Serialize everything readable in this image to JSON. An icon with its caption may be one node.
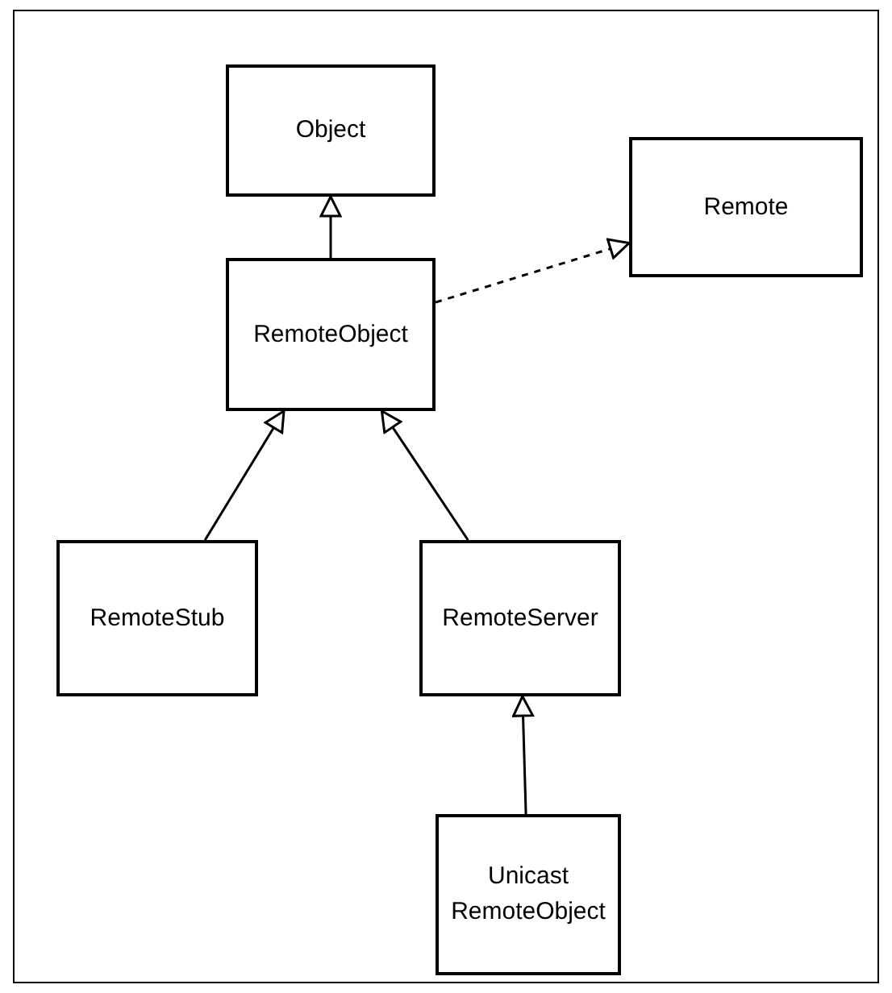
{
  "diagram": {
    "nodes": [
      {
        "text": [
          "Object"
        ]
      },
      {
        "text": [
          "Remote"
        ]
      },
      {
        "text": [
          "RemoteObject"
        ]
      },
      {
        "text": [
          "RemoteStub"
        ]
      },
      {
        "text": [
          "RemoteServer"
        ]
      },
      {
        "text": [
          "Unicast RemoteObject"
        ]
      }
    ],
    "edges": [
      {
        "from": 2,
        "to": 0,
        "arrow": "to"
      },
      {
        "from": 2,
        "to": 1,
        "arrow": "to",
        "style": "dashed"
      },
      {
        "from": 3,
        "to": 2,
        "arrow": "to"
      },
      {
        "from": 4,
        "to": 2,
        "arrow": "to"
      },
      {
        "from": 5,
        "to": 4,
        "arrow": "to"
      }
    ]
  }
}
